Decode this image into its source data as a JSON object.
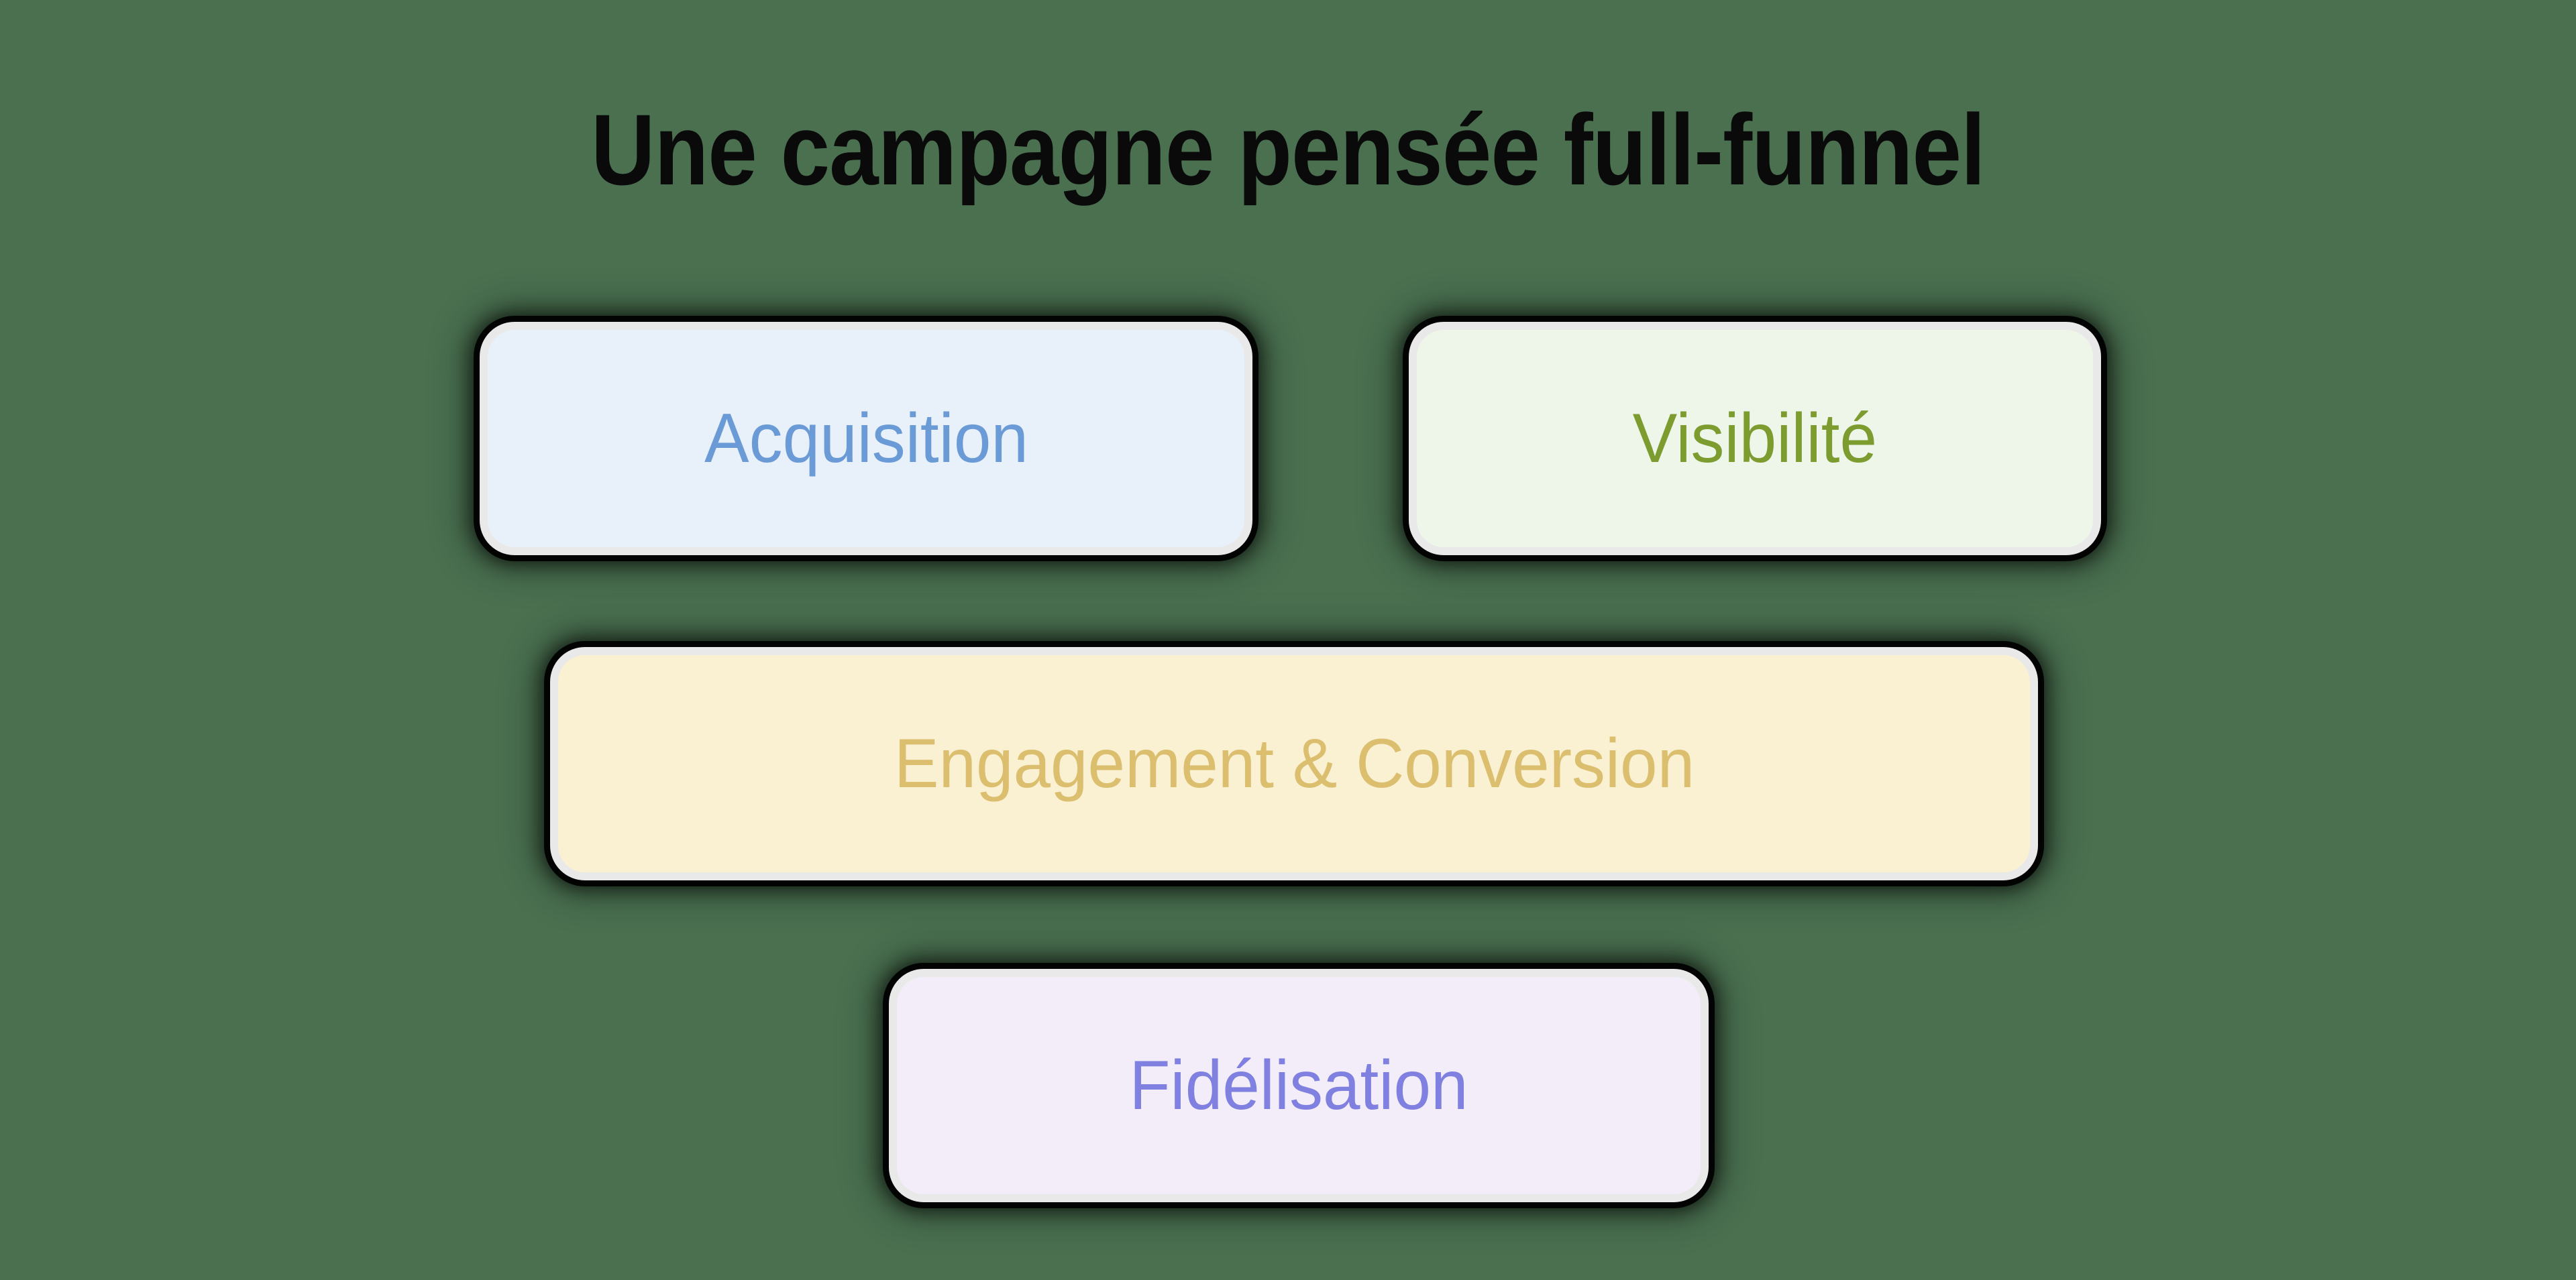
{
  "page": {
    "background_color": "#4a7050",
    "title": "Une campagne pensée full-funnel",
    "title_color": "#0a0a0a"
  },
  "funnel": {
    "stages": [
      {
        "id": "acquisition",
        "label": "Acquisition",
        "background_color": "#e8f0fa",
        "text_color": "#6b9bd6",
        "border_color": "#e9e9e9",
        "row": 1
      },
      {
        "id": "visibilite",
        "label": "Visibilité",
        "background_color": "#eef6e9",
        "text_color": "#7d9c30",
        "border_color": "#e9e9e9",
        "row": 1
      },
      {
        "id": "engagement",
        "label": "Engagement & Conversion",
        "background_color": "#faf0d2",
        "text_color": "#dbbe6e",
        "border_color": "#e9e9e9",
        "row": 2
      },
      {
        "id": "fidelisation",
        "label": "Fidélisation",
        "background_color": "#f2edf8",
        "text_color": "#8080e0",
        "border_color": "#e9e9e9",
        "row": 3
      }
    ]
  }
}
